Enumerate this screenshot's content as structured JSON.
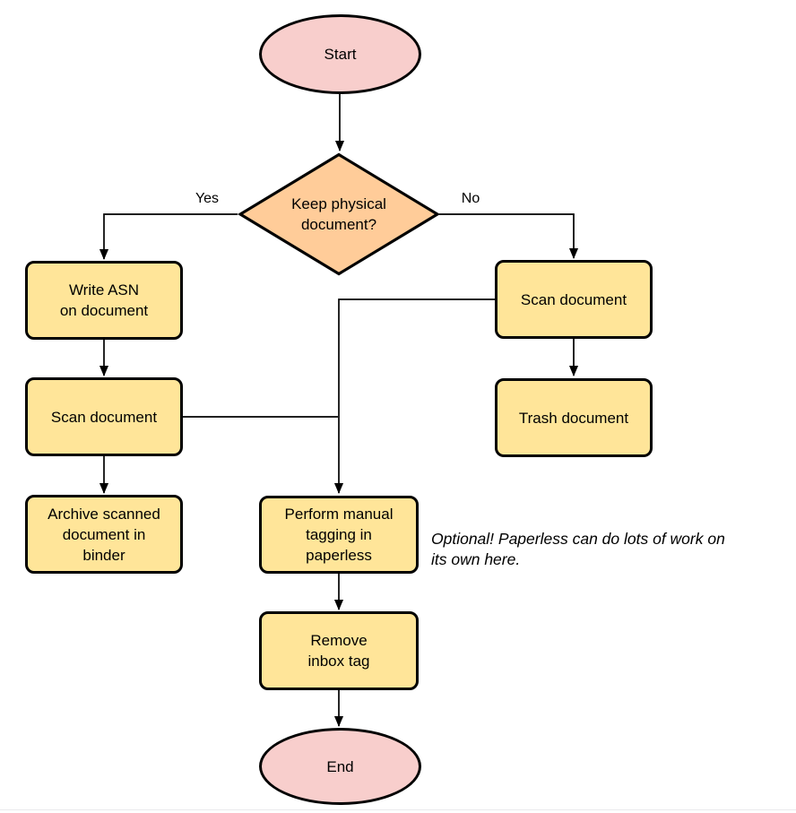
{
  "colors": {
    "terminator_fill": "#F8CECC",
    "decision_fill": "#FFCC99",
    "process_fill": "#FFE599",
    "stroke": "#000000",
    "background": "#FFFFFF",
    "divider": "#E9EAEC"
  },
  "nodes": {
    "start": "Start",
    "decision": "Keep physical\ndocument?",
    "write_asn": "Write ASN\non document",
    "scan_left": "Scan document",
    "archive": "Archive scanned\ndocument in\nbinder",
    "scan_right": "Scan document",
    "trash": "Trash document",
    "tagging": "Perform manual\ntagging in\npaperless",
    "remove_inbox": "Remove\ninbox tag",
    "end": "End"
  },
  "edge_labels": {
    "yes": "Yes",
    "no": "No"
  },
  "annotation": "Optional! Paperless can do lots of work on\nits own here."
}
